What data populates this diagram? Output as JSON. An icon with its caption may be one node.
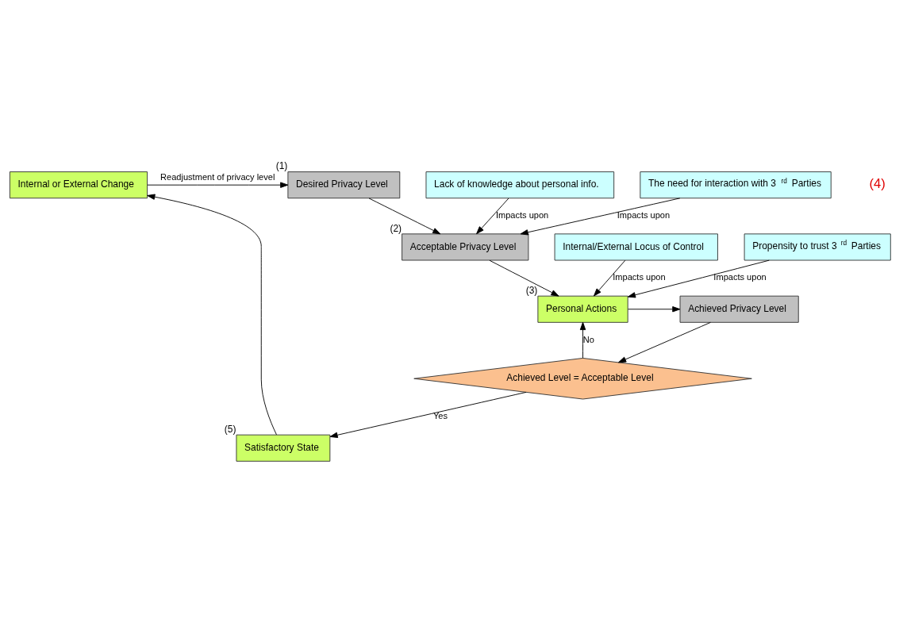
{
  "diagram": {
    "nodes": [
      {
        "text": [
          "Desired Privacy Level"
        ],
        "beside": [
          "(1)"
        ]
      },
      {
        "text": [
          "Internal or External Change"
        ]
      },
      {
        "text": [
          "Lack of knowledge about personal info."
        ]
      },
      {
        "text": [
          "The need for interaction with 3$^{rd}$ Parties"
        ]
      },
      {
        "text": [
          "Satisfactory State"
        ],
        "beside": [
          "(5)"
        ]
      },
      {
        "text": [
          "Acceptable Privacy Level"
        ],
        "beside": [
          "(2)"
        ]
      },
      {
        "text": [
          "Achieved Level = Acceptable Level"
        ]
      },
      {
        "text": [
          "Internal/External Locus of Control"
        ]
      },
      {
        "text": [
          "Propensity to trust 3$^{rd}$ Parties"
        ]
      },
      {
        "text": [
          "Personal Actions"
        ],
        "beside": [
          "(3)"
        ]
      },
      {
        "text": [
          "Achieved Privacy Level"
        ]
      }
    ],
    "edges": [
      {
        "from": 1,
        "to": 0,
        "arrow": "to",
        "label": "Readjustment of privacy level"
      },
      {
        "from": 0,
        "to": 5,
        "arrow": "to"
      },
      {
        "from": 2,
        "to": 5,
        "arrow": "to",
        "label": "Impacts upon"
      },
      {
        "from": 3,
        "to": 5,
        "arrow": "to",
        "label": "Impacts upon"
      },
      {
        "from": 5,
        "to": 9,
        "arrow": "to"
      },
      {
        "from": 7,
        "to": 9,
        "arrow": "to",
        "label": "Impacts upon"
      },
      {
        "from": 8,
        "to": 9,
        "arrow": "to",
        "label": "Impacts upon"
      },
      {
        "from": 9,
        "to": 10,
        "arrow": "to"
      },
      {
        "from": 10,
        "to": 6,
        "arrow": "to"
      },
      {
        "from": 6,
        "to": 9,
        "arrow": "to",
        "label": "No"
      },
      {
        "from": 6,
        "to": 4,
        "arrow": "to",
        "label": "Yes"
      },
      {
        "from": 4,
        "to": 1,
        "arrow": "to"
      }
    ],
    "labels": [
      "(4)"
    ]
  }
}
